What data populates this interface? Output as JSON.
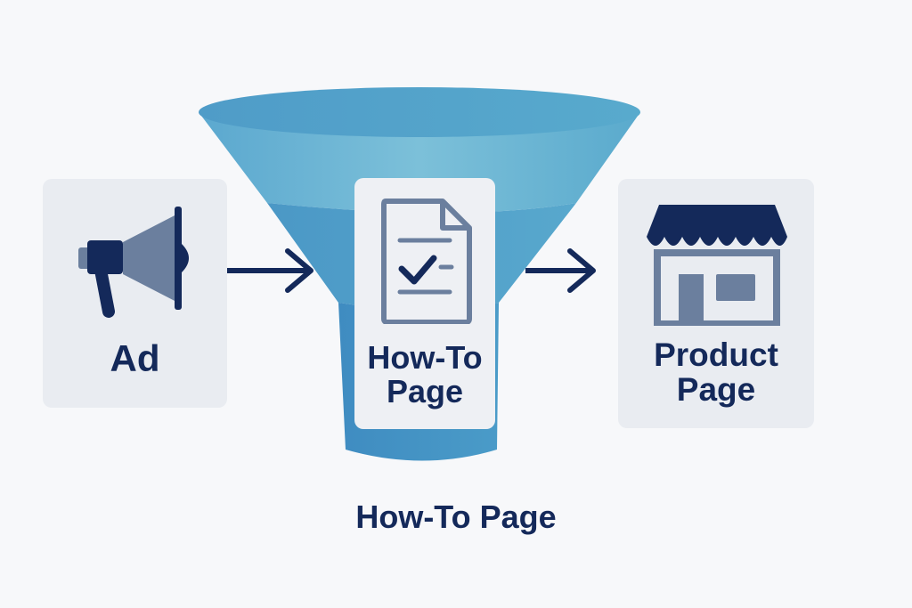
{
  "diagram": {
    "caption": "How-To Page",
    "nodes": [
      {
        "id": "ad",
        "label": "Ad",
        "icon": "megaphone-icon"
      },
      {
        "id": "howto",
        "label_line1": "How-To",
        "label_line2": "Page",
        "icon": "checklist-document-icon"
      },
      {
        "id": "product",
        "label_line1": "Product",
        "label_line2": "Page",
        "icon": "storefront-icon"
      }
    ],
    "colors": {
      "navy": "#14295a",
      "funnel_top": "#4f9cc7",
      "funnel_mid": "#78bcd6",
      "funnel_bottom": "#3f8fc3",
      "card_bg": "#e9ecf1",
      "icon_gray": "#6b7f9e"
    }
  }
}
